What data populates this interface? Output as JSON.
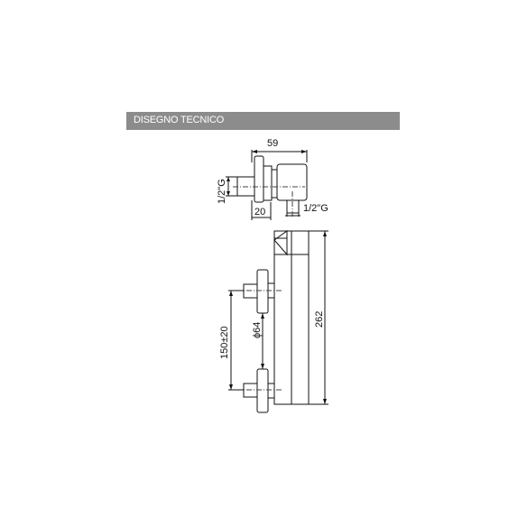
{
  "header": {
    "title": "DISEGNO TECNICO",
    "background": "#8c8c8c",
    "text_color": "#ffffff"
  },
  "top_view": {
    "width_dim": "59",
    "flange_dim": "20",
    "inlet_thread_left": "1/2\"G",
    "outlet_thread": "1/2\"G"
  },
  "front_view": {
    "height_dim": "262",
    "inlet_spacing_dim": "150±20",
    "flange_diameter_dim": "ϕ64"
  },
  "colors": {
    "line": "#111111",
    "centerline": "#444444"
  }
}
